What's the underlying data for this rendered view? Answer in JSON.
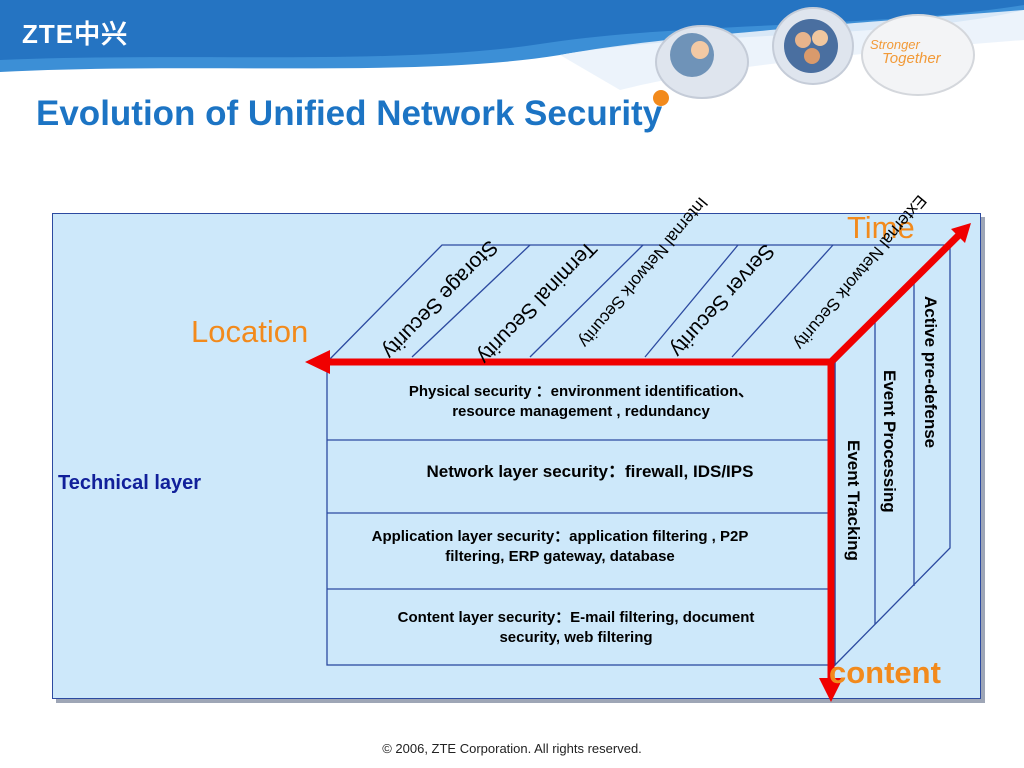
{
  "header": {
    "logo_text": "ZTE中兴",
    "slogan_line1": "Stronger",
    "slogan_line2": "Together",
    "colors": {
      "band": "#3c8fd6",
      "band_dark": "#2574c2",
      "slogan": "#f29a38"
    }
  },
  "title": "Evolution of Unified Network Security",
  "diagram": {
    "axes": {
      "location": "Location",
      "time": "Time",
      "content": "content"
    },
    "technical_layer_label": "Technical layer",
    "top_face_labels": [
      "Storage Security",
      "Terminal Security",
      "Internal Network Security",
      "Server Security",
      "External Network Security"
    ],
    "front_layers": [
      {
        "line1": "Physical security ：environment identification、",
        "line2": "resource  management , redundancy"
      },
      {
        "line1": "Network layer security：firewall, IDS/IPS",
        "line2": ""
      },
      {
        "line1": "Application layer security：application filtering , P2P",
        "line2": "filtering, ERP gateway, database"
      },
      {
        "line1": "Content layer security：E-mail filtering, document",
        "line2": "security, web filtering"
      }
    ],
    "side_face_labels": [
      "Event Tracking",
      "Event Processing",
      "Active  pre-defense"
    ],
    "colors": {
      "panel": "#cde8fa",
      "lines": "#2c4aa0",
      "arrow": "#f00000",
      "axis_text": "#f28a1c",
      "tech_text": "#11209a"
    }
  },
  "footer": "© 2006, ZTE  Corporation. All  rights  reserved."
}
